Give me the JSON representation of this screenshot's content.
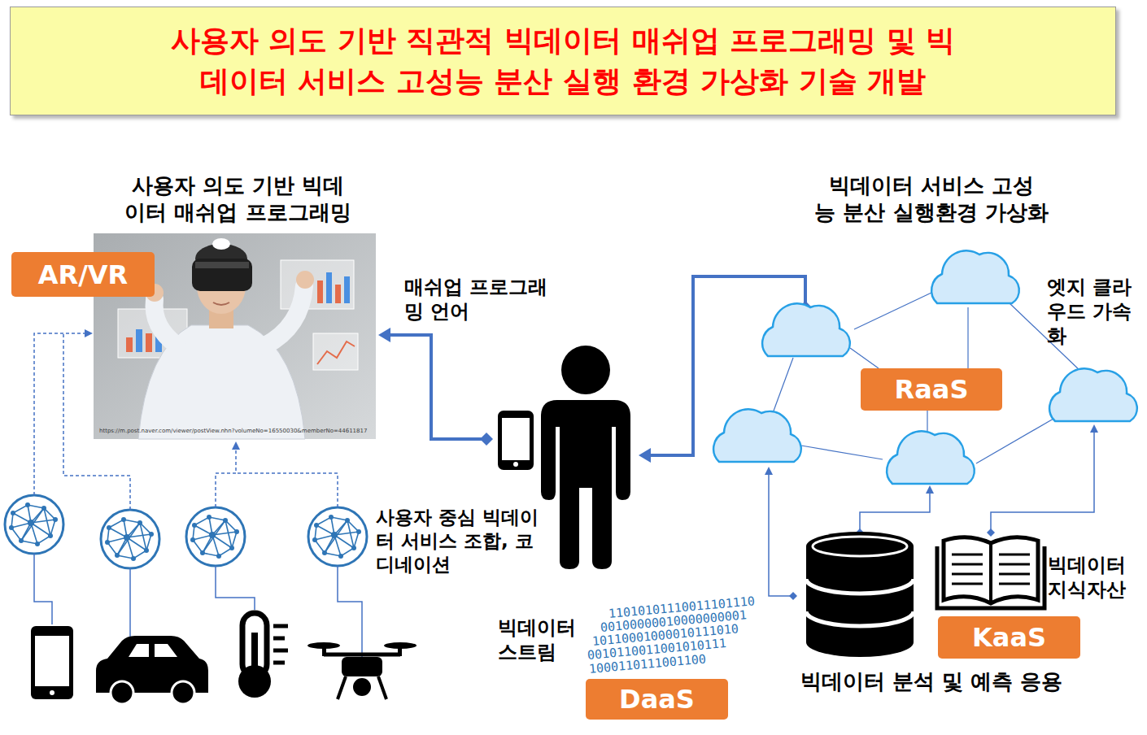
{
  "diagram": {
    "title": "사용자 의도 기반 직관적 빅데이터 매쉬업 프로그래밍 및 빅데이터 서비스 고성능 분산 실행 환경 가상화 기술 개발",
    "nodes": [
      {
        "text": [
          "사용자 의도 기반 빅데이터 매쉬업 프로그래밍"
        ]
      },
      {
        "text": [
          "AR/VR"
        ]
      },
      {
        "text": [
          "RaaS"
        ]
      },
      {
        "text": [
          "KaaS"
        ]
      },
      {
        "text": [
          "DaaS"
        ]
      }
    ],
    "labels": [
      "매쉬업 프로그래밍 언어",
      "빅데이터 서비스 고성능 분산 실행환경 가상화",
      "엣지 클라우드 가속화",
      "https://m.post.naver.com/viewer/postView.nhn?volumeNo=16550030&memberNo=44611817",
      "사용자 중심 빅데이터 서비스 조합, 코디네이션",
      "빅데이터 지식자산",
      "빅데이터 스트림",
      "11010101110011101110",
      "00100000010000000001",
      "10110001000010111010",
      "0010110011001010111",
      "1000110111001100",
      "빅데이터 분석 및 예측 응용"
    ]
  }
}
